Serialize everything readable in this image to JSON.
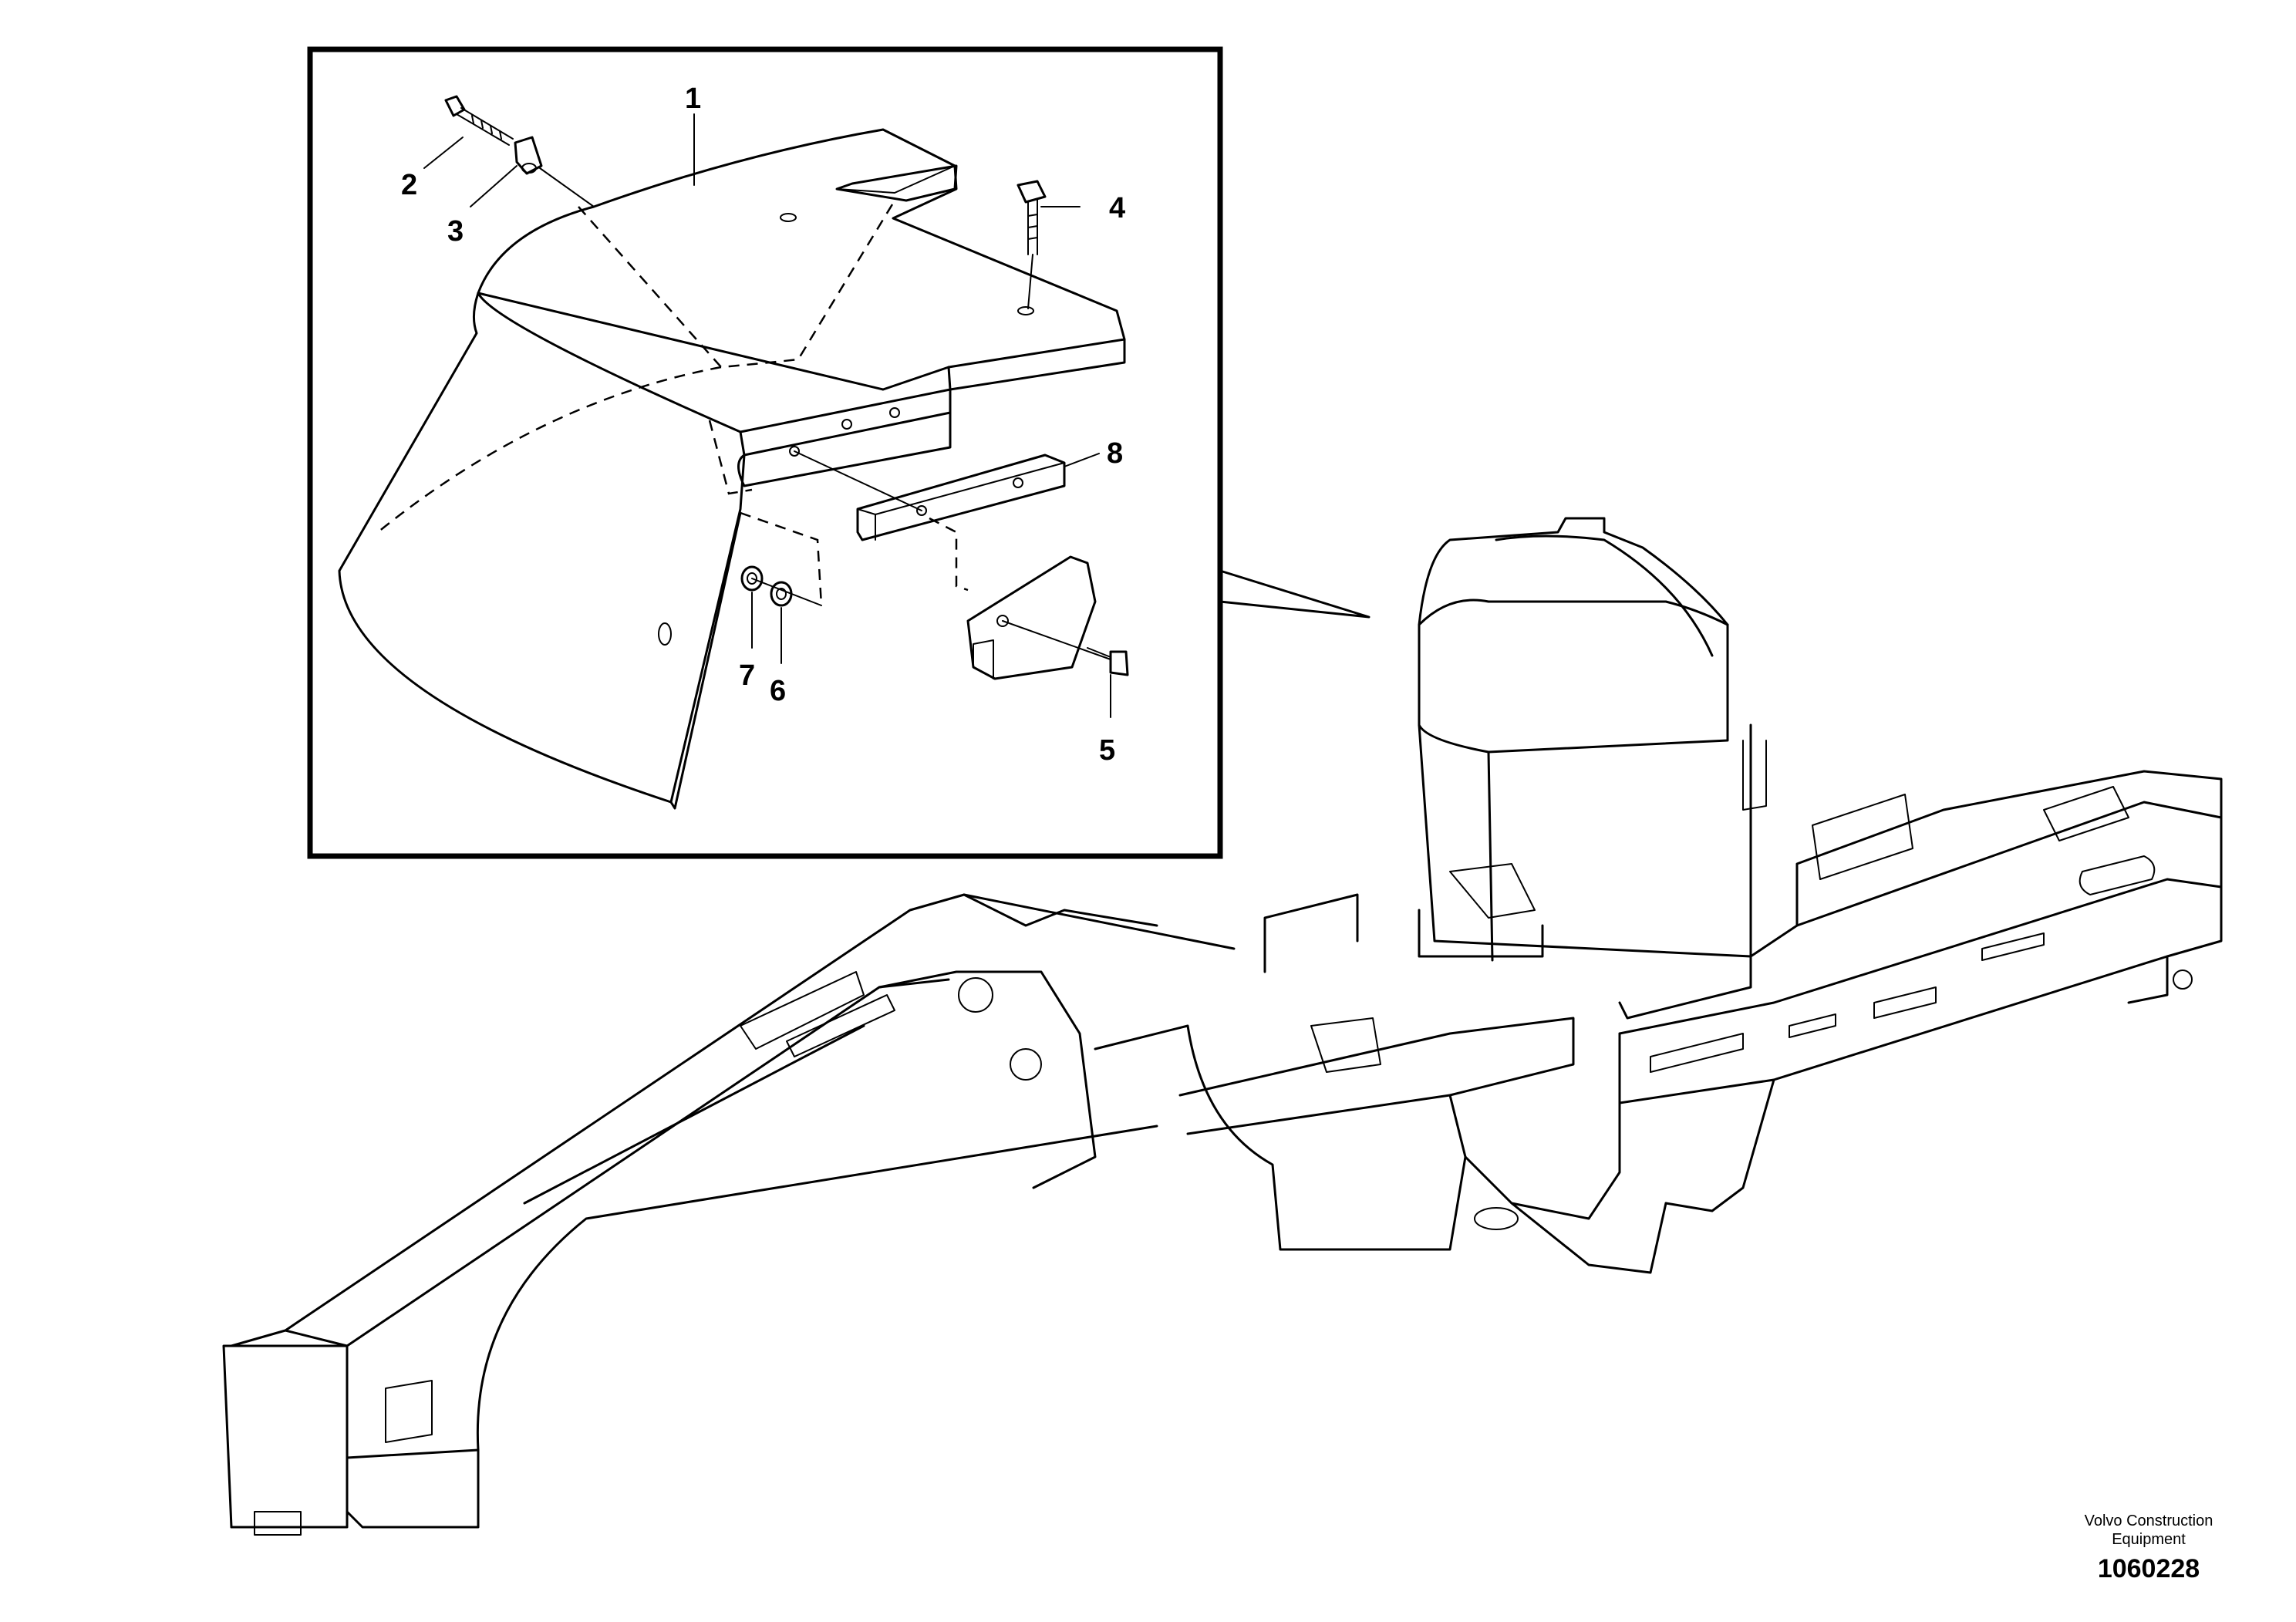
{
  "callouts": {
    "c1": "1",
    "c2": "2",
    "c3": "3",
    "c4": "4",
    "c5": "5",
    "c6": "6",
    "c7": "7",
    "c8": "8"
  },
  "brand": {
    "line1": "Volvo Construction",
    "line2": "Equipment"
  },
  "drawing_number": "1060228"
}
